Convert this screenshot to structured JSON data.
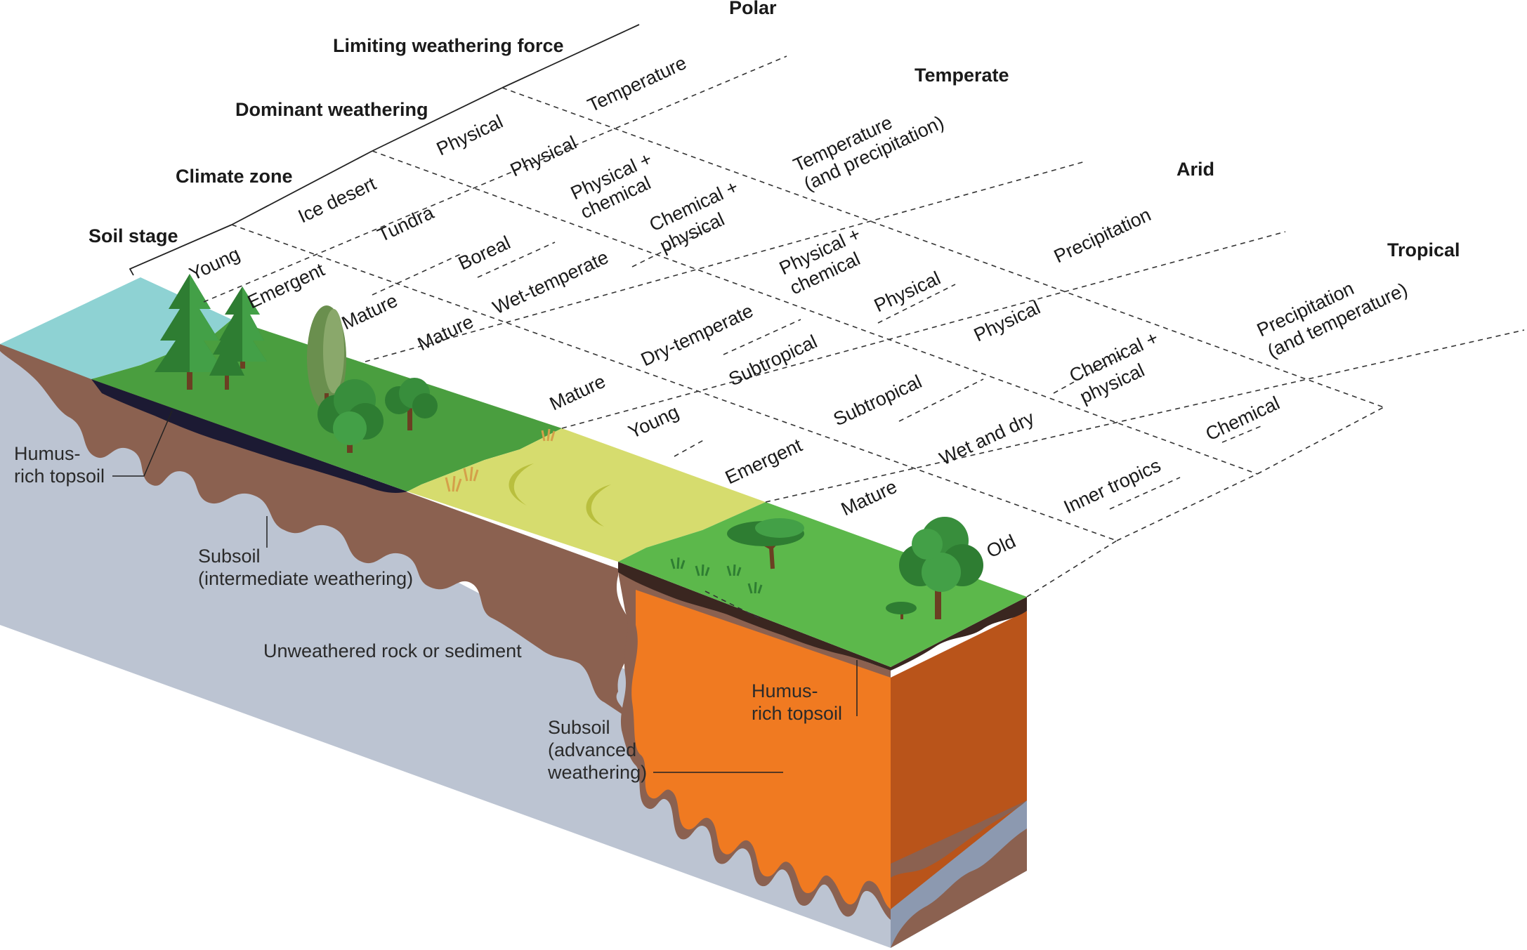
{
  "climate_headers": {
    "polar": "Polar",
    "temperate": "Temperate",
    "arid": "Arid",
    "tropical": "Tropical"
  },
  "row_headers": {
    "limiting": "Limiting weathering force",
    "dominant": "Dominant weathering",
    "climate_zone": "Climate zone",
    "soil_stage": "Soil stage"
  },
  "limiting_force": {
    "polar": "Temperature",
    "temperate_1": "Temperature",
    "temperate_2": "(and precipitation)",
    "arid": "Precipitation",
    "tropical_1": "Precipitation",
    "tropical_2": "(and temperature)"
  },
  "dominant_weathering": {
    "ice_desert": "Physical",
    "tundra": "Physical",
    "boreal_1": "Physical +",
    "boreal_2": "chemical",
    "wet_temperate_1": "Chemical +",
    "wet_temperate_2": "physical",
    "dry_temperate_1": "Physical +",
    "dry_temperate_2": "chemical",
    "subtropical_a": "Physical",
    "subtropical_b": "Physical",
    "wet_dry_1": "Chemical +",
    "wet_dry_2": "physical",
    "inner_tropics": "Chemical"
  },
  "climate_zone": {
    "ice_desert": "Ice desert",
    "tundra": "Tundra",
    "boreal": "Boreal",
    "wet_temperate": "Wet-temperate",
    "dry_temperate": "Dry-temperate",
    "subtropical_a": "Subtropical",
    "subtropical_b": "Subtropical",
    "wet_dry": "Wet and dry",
    "inner_tropics": "Inner tropics"
  },
  "soil_stage": {
    "s1": "Young",
    "s2": "Emergent",
    "s3": "Mature",
    "s4": "Mature",
    "s5": "Mature",
    "s6": "Young",
    "s7": "Emergent",
    "s8": "Mature",
    "s9": "Old"
  },
  "annotations": {
    "humus_left_1": "Humus-",
    "humus_left_2": "rich topsoil",
    "subsoil_left_1": "Subsoil",
    "subsoil_left_2": "(intermediate weathering)",
    "bedrock": "Unweathered rock or sediment",
    "humus_right_1": "Humus-",
    "humus_right_2": "rich topsoil",
    "subsoil_right_1": "Subsoil",
    "subsoil_right_2": "(advanced",
    "subsoil_right_3": "weathering)"
  },
  "colors": {
    "ice": "#8ed2d3",
    "forest_green": "#4a9e3f",
    "arid_yellow": "#d6dc6e",
    "tropical_green": "#5cb84b",
    "subsoil_brown": "#8b6150",
    "humus_dark": "#1c1a33",
    "laterite_orange": "#f07a21",
    "laterite_side": "#b9541a",
    "bedrock_grey": "#bcc4d2",
    "bedrock_side": "#8c99b0"
  }
}
